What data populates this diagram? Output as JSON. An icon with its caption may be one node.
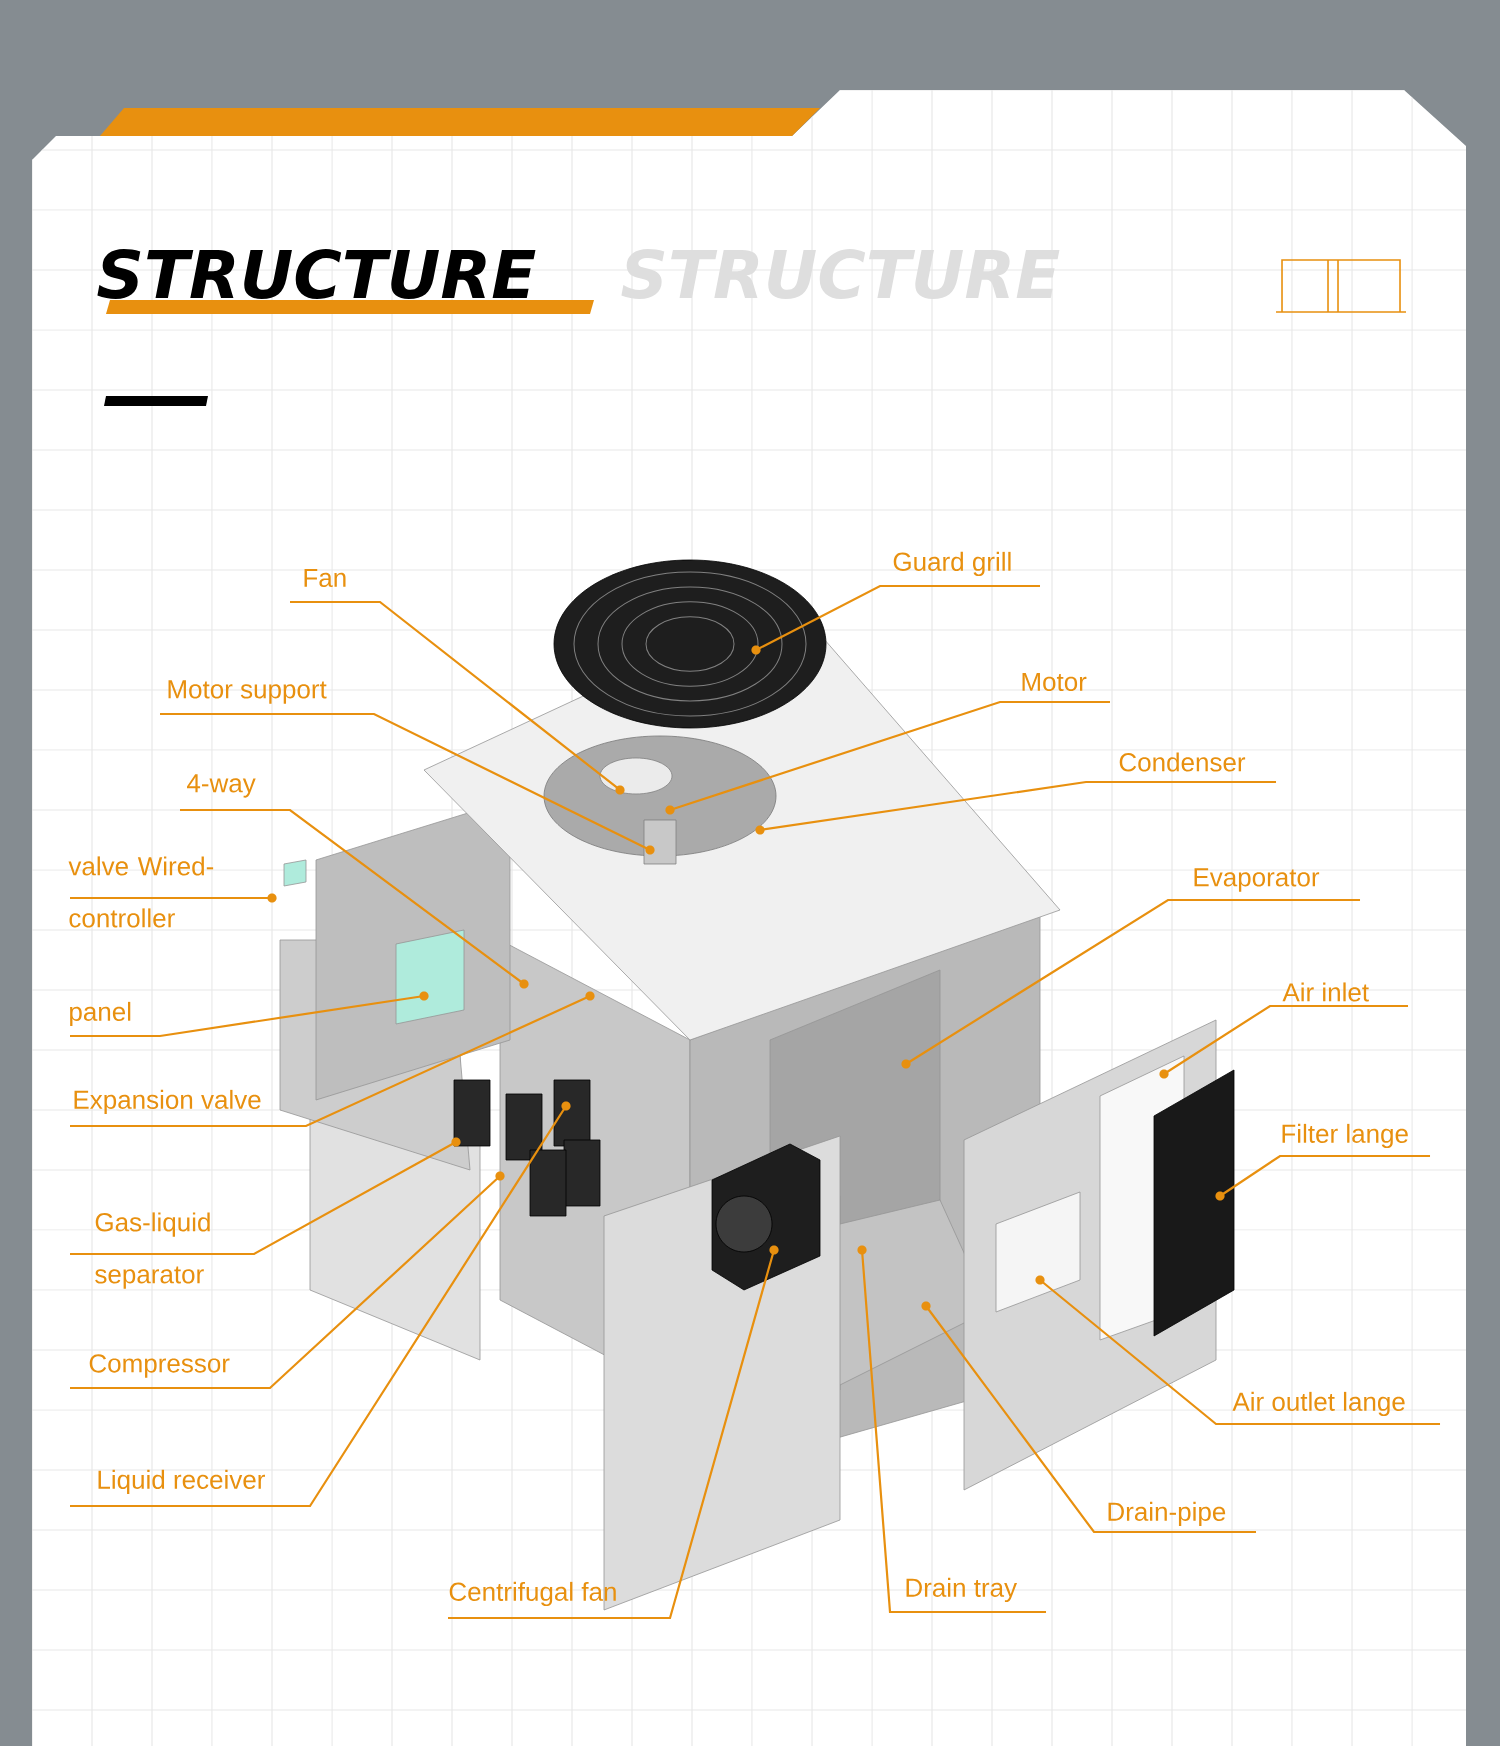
{
  "diagram": {
    "title": "STRUCTURE",
    "nodes": [
      {
        "text": [
          "Fan"
        ]
      },
      {
        "text": [
          "Guard grill"
        ]
      },
      {
        "text": [
          "Motor support"
        ]
      },
      {
        "text": [
          "Motor"
        ]
      },
      {
        "text": [
          "Condenser"
        ]
      },
      {
        "text": [
          "4-way"
        ]
      },
      {
        "text": [
          "valve Wired- controller"
        ]
      },
      {
        "text": [
          "Evaporator"
        ]
      },
      {
        "text": [
          "Air inlet"
        ]
      },
      {
        "text": [
          "panel"
        ]
      },
      {
        "text": [
          "Expansion valve"
        ]
      },
      {
        "text": [
          "Filter lange"
        ]
      },
      {
        "text": [
          "Gas-liquid separator"
        ]
      },
      {
        "text": [
          "Compressor"
        ]
      },
      {
        "text": [
          "Air outlet lange"
        ]
      },
      {
        "text": [
          "Liquid receiver"
        ]
      },
      {
        "text": [
          "Drain-pipe"
        ]
      },
      {
        "text": [
          "Centrifugal fan"
        ]
      },
      {
        "text": [
          "Drain tray"
        ]
      },
      {
        "text": [],
        "shape": "circle"
      },
      {
        "text": [],
        "shape": "circle"
      },
      {
        "text": [],
        "shape": "circle"
      },
      {
        "text": [],
        "shape": "circle"
      },
      {
        "text": [],
        "shape": "circle"
      },
      {
        "text": [],
        "shape": "circle"
      },
      {
        "text": [],
        "shape": "circle"
      },
      {
        "text": [],
        "shape": "circle"
      },
      {
        "text": [],
        "shape": "circle"
      },
      {
        "text": [],
        "shape": "circle"
      },
      {
        "text": [],
        "shape": "circle"
      },
      {
        "text": [],
        "shape": "circle"
      },
      {
        "text": [],
        "shape": "circle"
      },
      {
        "text": [],
        "shape": "circle"
      },
      {
        "text": [],
        "shape": "circle"
      },
      {
        "text": [],
        "shape": "circle"
      },
      {
        "text": [],
        "shape": "circle"
      },
      {
        "text": [],
        "shape": "circle"
      },
      {
        "text": [],
        "shape": "circle"
      }
    ],
    "edges": [
      {
        "from": 0,
        "to": 20,
        "arrow": "none"
      },
      {
        "from": 1,
        "to": 19,
        "arrow": "none"
      },
      {
        "from": 2,
        "to": 23,
        "arrow": "none"
      },
      {
        "from": 3,
        "to": 21,
        "arrow": "none"
      },
      {
        "from": 4,
        "to": 22,
        "arrow": "none"
      },
      {
        "from": 5,
        "to": 25,
        "arrow": "none"
      },
      {
        "from": 6,
        "to": 24,
        "arrow": "none"
      },
      {
        "from": 7,
        "to": 28,
        "arrow": "none"
      },
      {
        "from": 8,
        "to": 29,
        "arrow": "none"
      },
      {
        "from": 9,
        "to": 26,
        "arrow": "none"
      },
      {
        "from": 10,
        "to": 27,
        "arrow": "none"
      },
      {
        "from": 11,
        "to": 33,
        "arrow": "none"
      },
      {
        "from": 12,
        "to": 31,
        "arrow": "none"
      },
      {
        "from": 13,
        "to": 32,
        "arrow": "none"
      },
      {
        "from": 14,
        "to": 36,
        "arrow": "none"
      },
      {
        "from": 15,
        "to": 30,
        "arrow": "none"
      },
      {
        "from": 16,
        "to": 37,
        "arrow": "none"
      },
      {
        "from": 17,
        "to": 34,
        "arrow": "none"
      },
      {
        "from": 18,
        "to": 35,
        "arrow": "none"
      }
    ],
    "labels": [
      "STRUCTURE"
    ]
  }
}
